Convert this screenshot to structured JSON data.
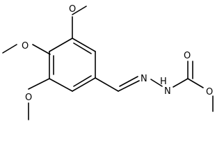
{
  "molecule": {
    "atoms": {
      "o_top": "O",
      "o_left": "O",
      "o_bottom": "O",
      "n_imine": "N",
      "nh": "H",
      "nh_n": "N",
      "o_carbonyl": "O",
      "o_ester": "O"
    }
  }
}
